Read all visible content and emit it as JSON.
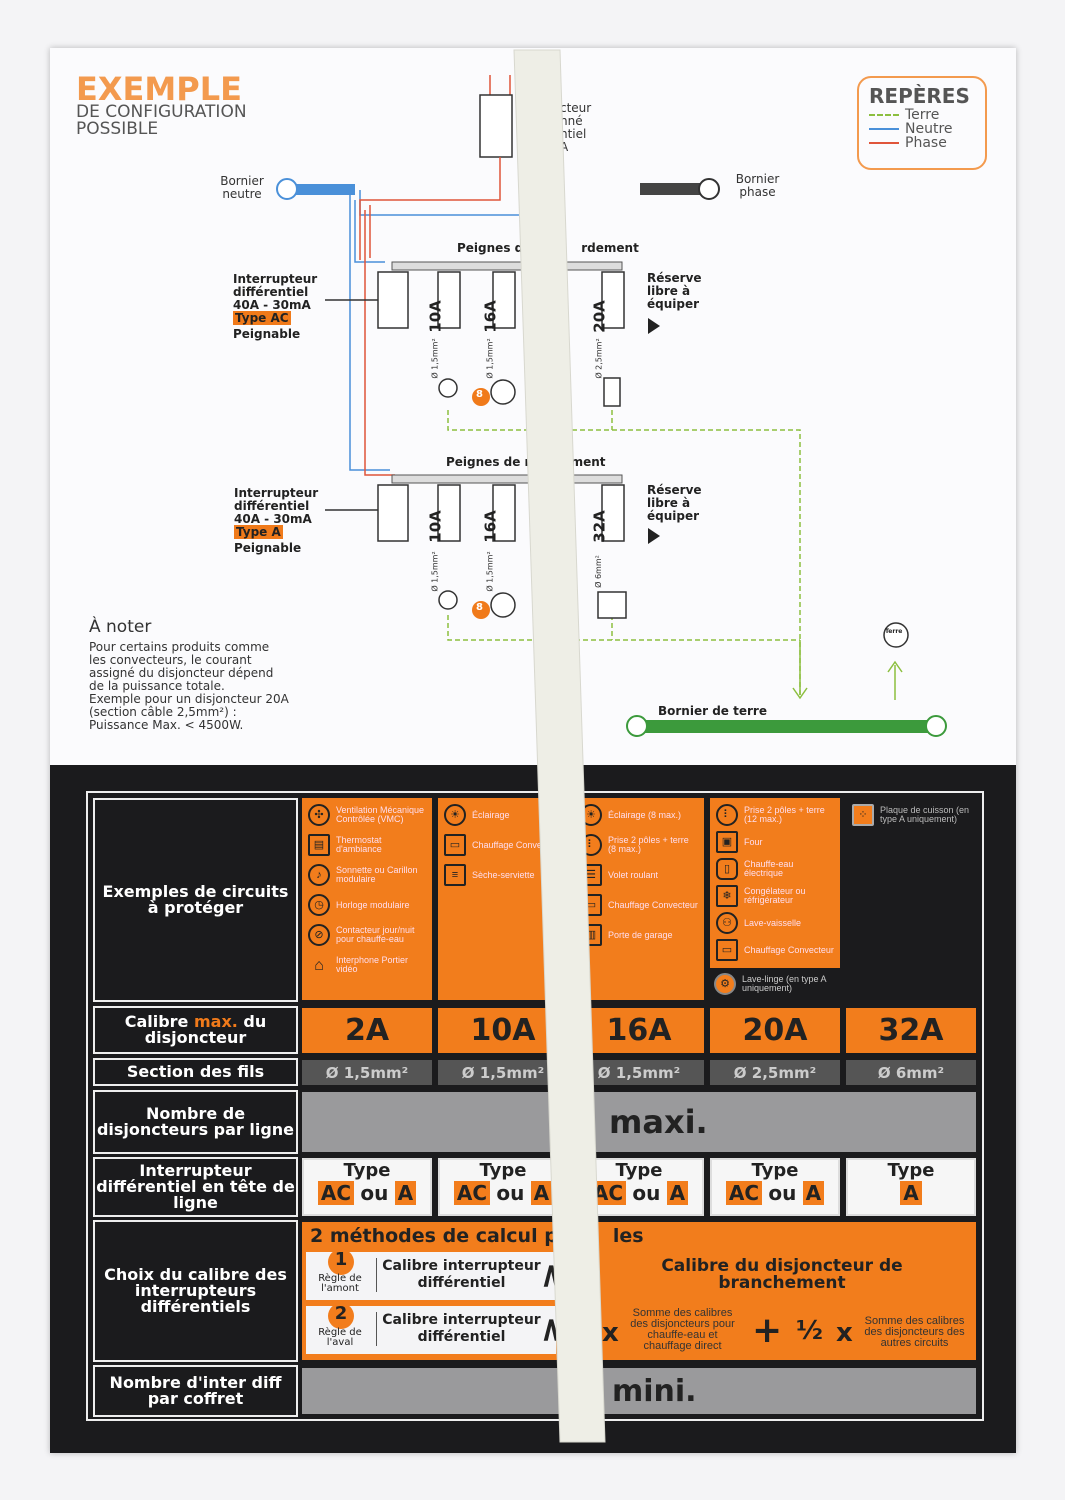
{
  "header": {
    "title": "EXEMPLE",
    "subtitle_1": "DE CONFIGURATION",
    "subtitle_2": "POSSIBLE"
  },
  "legend": {
    "title": "REPÈRES",
    "items": [
      {
        "label": "Terre",
        "color": "#8cbf3f"
      },
      {
        "label": "Neutre",
        "color": "#4a90d9"
      },
      {
        "label": "Phase",
        "color": "#e0553a"
      }
    ]
  },
  "diagram": {
    "main_breaker_fragments": [
      "cteur",
      "nné",
      "ntiel",
      "A"
    ],
    "bornier_neutre": "Bornier neutre",
    "bornier_phase": "Bornier phase",
    "row1": {
      "peigne": "Peignes d",
      "peigne_suffix": "rdement",
      "interrupteur": [
        "Interrupteur",
        "différentiel",
        "40A - 30mA"
      ],
      "type": "Type AC",
      "peignable": "Peignable",
      "breakers": [
        "10A",
        "16A",
        "20A"
      ],
      "sections": [
        "Ø 1,5mm²",
        "Ø 1,5mm²",
        "Ø 2,5mm²"
      ],
      "badge": "8",
      "reserve": [
        "Réserve",
        "libre à",
        "équiper"
      ]
    },
    "row2": {
      "peigne": "Peignes de r",
      "peigne_suffix": "ement",
      "interrupteur": [
        "Interrupteur",
        "différentiel",
        "40A - 30mA"
      ],
      "type": "Type A",
      "peignable": "Peignable",
      "breakers": [
        "10A",
        "16A",
        "32A"
      ],
      "sections": [
        "Ø 1,5mm²",
        "Ø 1,5mm²",
        "Ø 6mm²"
      ],
      "badge": "8",
      "reserve": [
        "Réserve",
        "libre à",
        "équiper"
      ]
    },
    "terre_symbol": "Terre",
    "bornier_terre": "Bornier de terre"
  },
  "note": {
    "title": "À noter",
    "lines": [
      "Pour certains produits comme",
      "les convecteurs, le courant",
      "assigné du disjoncteur dépend",
      "de la puissance totale.",
      "Exemple pour un disjoncteur 20A",
      "(section câble 2,5mm²) :",
      "Puissance Max. < 4500W."
    ]
  },
  "table": {
    "row_headers": {
      "circuits": "Exemples de circuits à protéger",
      "calibre_pre": "Calibre ",
      "calibre_max": "max.",
      "calibre_post": " du disjoncteur",
      "section": "Section des fils",
      "nombre": "Nombre de disjoncteurs par ligne",
      "interrupteur": "Interrupteur différentiel en tête de ligne",
      "choix": "Choix du calibre des interrupteurs différentiels",
      "nombre_inter": "Nombre d'inter diff par coffret"
    },
    "columns": [
      {
        "calibre": "2A",
        "section": "Ø 1,5mm²",
        "type_word": "Type",
        "type_a": "AC",
        "ou": "ou",
        "type_b": "A",
        "items": [
          "Ventilation Mécanique Contrôlée (VMC)",
          "Thermostat d'ambiance",
          "Sonnette ou Carillon modulaire",
          "Horloge modulaire",
          "Contacteur jour/nuit pour chauffe-eau",
          "Interphone Portier vidéo"
        ]
      },
      {
        "calibre": "10A",
        "section": "Ø 1,5mm²",
        "type_word": "Type",
        "type_a": "AC",
        "ou": "ou",
        "type_b": "A",
        "items": [
          "Éclairage",
          "Chauffage Conve",
          "Sèche-serviette"
        ]
      },
      {
        "calibre": "16A",
        "section": "Ø 1,5mm²",
        "type_word": "Type",
        "type_a": "AC",
        "ou": "ou",
        "type_b": "A",
        "items": [
          "Éclairage (8 max.)",
          "Prise 2 pôles + terre (8 max.)",
          "Volet roulant",
          "Chauffage Convecteur",
          "Porte de garage"
        ]
      },
      {
        "calibre": "20A",
        "section": "Ø 2,5mm²",
        "type_word": "Type",
        "type_a": "AC",
        "ou": "ou",
        "type_b": "A",
        "items": [
          "Prise 2 pôles + terre (12 max.)",
          "Four",
          "Chauffe-eau électrique",
          "Congélateur ou réfrigérateur",
          "Lave-vaisselle",
          "Chauffage Convecteur"
        ],
        "dark_item": "Lave-linge (en type A uniquement)"
      },
      {
        "calibre": "32A",
        "section": "Ø 6mm²",
        "type_word": "Type",
        "type_b": "A",
        "items": [
          "Plaque de cuisson (en type A uniquement)"
        ]
      }
    ],
    "nombre_value": "maxi.",
    "methods": {
      "title": "2 méthodes de calcul po",
      "title_suffix": "les",
      "rule1": {
        "num": "1",
        "label": "Règle de l'amont",
        "text": "Calibre interrupteur différentiel",
        "op": "≥",
        "result": "Calibre du disjoncteur de branchement"
      },
      "rule2": {
        "num": "2",
        "label": "Règle de l'aval",
        "text": "Calibre interrupteur différentiel",
        "op": "≥",
        "x1": "x",
        "sum1": "Somme des calibres des disjoncteurs pour chauffe-eau et chauffage direct",
        "plus": "+",
        "half": "½",
        "x2": "x",
        "sum2": "Somme des calibres des disjoncteurs des autres circuits"
      }
    },
    "nombre_inter_value": "mini."
  }
}
